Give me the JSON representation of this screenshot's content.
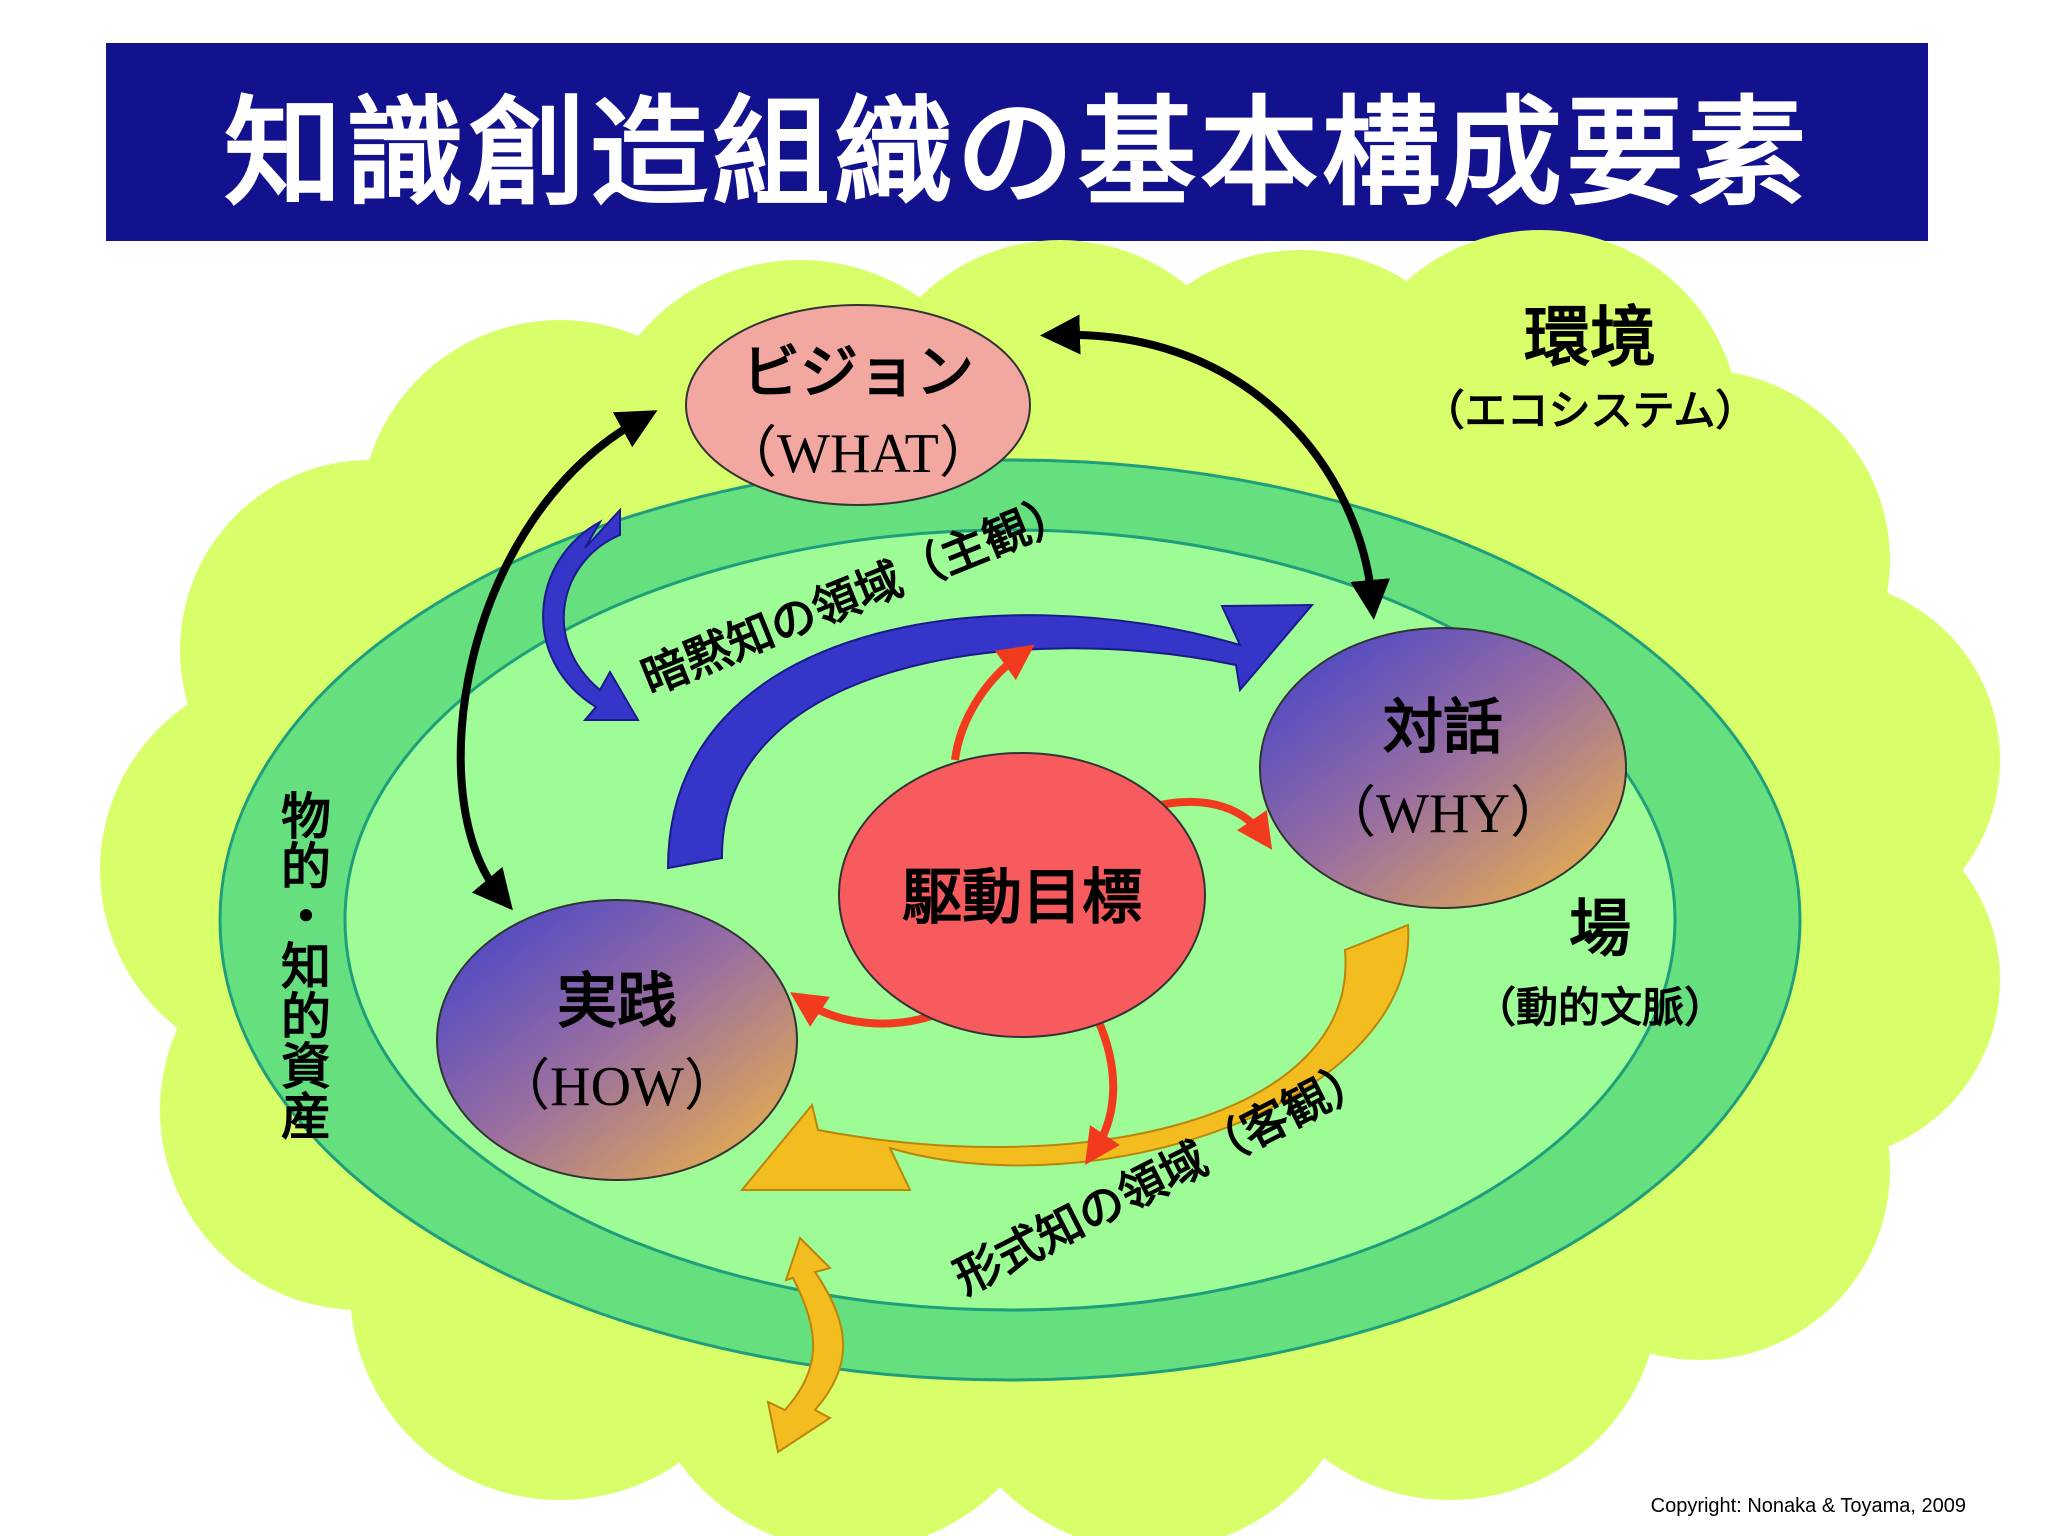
{
  "title": "知識創造組織の基本構成要素",
  "environment": {
    "label": "環境",
    "sub": "（エコシステム）"
  },
  "ba": {
    "label": "場",
    "sub": "（動的文脈）"
  },
  "assets": {
    "label": "物的・知的資産"
  },
  "vision": {
    "label": "ビジョン",
    "sub": "（WHAT）"
  },
  "dialogue": {
    "label": "対話",
    "sub": "（WHY）"
  },
  "practice": {
    "label": "実践",
    "sub": "（HOW）"
  },
  "driving_goal": {
    "label": "駆動目標"
  },
  "tacit_arrow": {
    "label": "暗黙知の領域（主観）"
  },
  "explicit_arrow": {
    "label": "形式知の領域（客観）"
  },
  "copyright": "Copyright: Nonaka & Toyama, 2009",
  "colors": {
    "title_bg": "#12128f",
    "cloud": "#d8ff6a",
    "outer_ring": "#66e07e",
    "inner_field": "#9dfc96",
    "vision_fill": "#f2a8a0",
    "goal_fill": "#f75b5e",
    "blue_arrow": "#3535c9",
    "yellow_arrow": "#f4bd1f",
    "red_arrow": "#f23a1e"
  }
}
